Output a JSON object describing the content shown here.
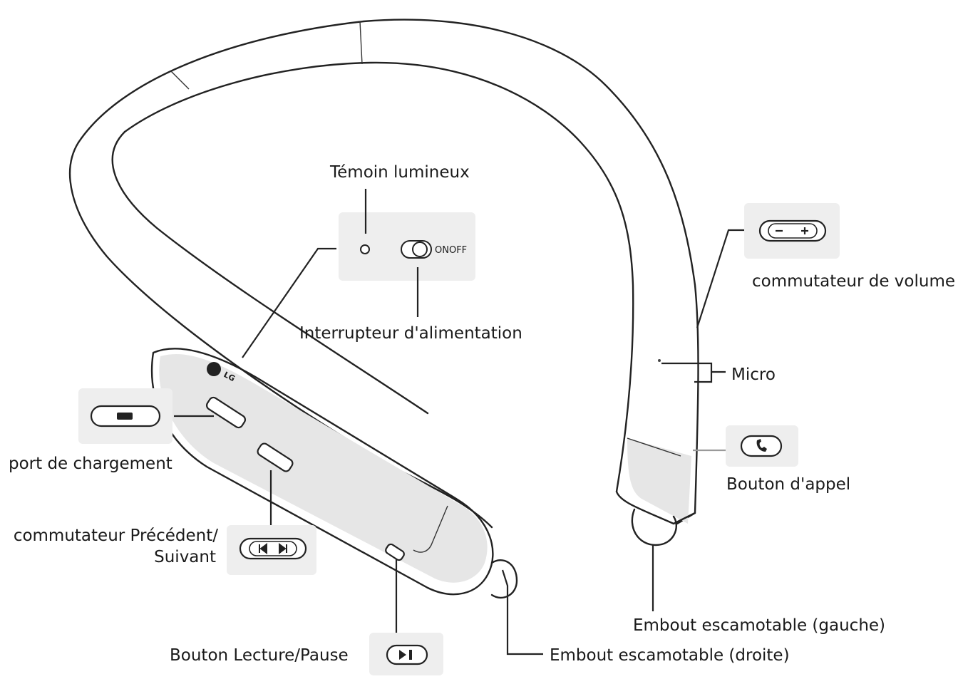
{
  "labels": {
    "indicator_light": "Témoin lumineux",
    "on_off": "ONOFF",
    "power_switch": "Interrupteur d'alimentation",
    "volume_switch": "commutateur de volume",
    "microphone": "Micro",
    "call_button": "Bouton d'appel",
    "charging_port": "port de chargement",
    "prev_next_line1": "commutateur Précédent/",
    "prev_next_line2": "Suivant",
    "play_pause": "Bouton Lecture/Pause",
    "earbud_left": "Embout escamotable (gauche)",
    "earbud_right": "Embout escamotable (droite)"
  },
  "logo_text": "LG",
  "icons": {
    "volume": "volume-minus-plus-icon",
    "call": "phone-handset-icon",
    "charging": "usb-charging-port-icon",
    "prev_next": "previous-next-track-icon",
    "play_pause": "play-pause-icon",
    "led": "led-indicator-icon",
    "power": "power-slide-switch-icon"
  },
  "colors": {
    "line": "#222222",
    "panel": "#eeeeee",
    "shade": "#e6e6e6",
    "background": "#ffffff"
  }
}
